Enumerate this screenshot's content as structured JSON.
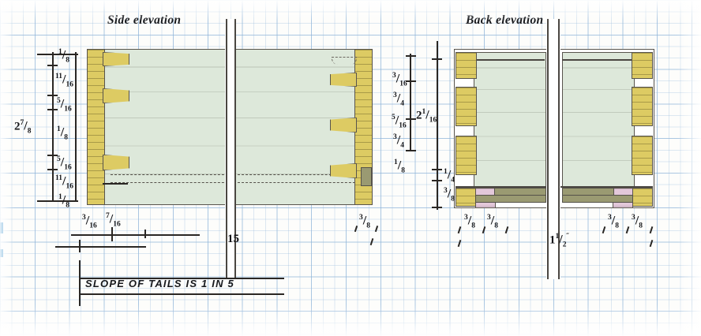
{
  "drawing": {
    "media": "graph-paper",
    "titles": {
      "side": "Side elevation",
      "back": "Back elevation"
    },
    "notes": {
      "slope": "SLOPE OF TAILS IS 1 IN 5",
      "length_between_breaks": "15"
    }
  },
  "side_elevation": {
    "overall_height": {
      "whole": "2",
      "num": "7",
      "den": "8"
    },
    "chain_left": [
      {
        "num": "1",
        "den": "8"
      },
      {
        "num": "11",
        "den": "16"
      },
      {
        "num": "5",
        "den": "16"
      },
      {
        "num": "1",
        "den": "8"
      },
      {
        "num": "5",
        "den": "16"
      },
      {
        "num": "11",
        "den": "16"
      },
      {
        "num": "1",
        "den": "8"
      }
    ],
    "chain_right": [
      {
        "num": "3",
        "den": "16"
      },
      {
        "num": "3",
        "den": "4"
      },
      {
        "num": "5",
        "den": "16"
      },
      {
        "num": "3",
        "den": "4"
      },
      {
        "num": "1",
        "den": "8"
      }
    ],
    "bottom_left": [
      {
        "num": "3",
        "den": "16"
      },
      {
        "num": "7",
        "den": "16"
      }
    ],
    "bottom_right": {
      "num": "3",
      "den": "8"
    },
    "tail_count": 3
  },
  "back_elevation": {
    "height_main": {
      "whole": "2",
      "num": "1",
      "den": "16"
    },
    "height_sub": [
      {
        "num": "1",
        "den": "4"
      },
      {
        "num": "3",
        "den": "8"
      }
    ],
    "bottom_left": [
      {
        "num": "3",
        "den": "8"
      },
      {
        "num": "3",
        "den": "8"
      }
    ],
    "bottom_right": [
      {
        "num": "3",
        "den": "8"
      },
      {
        "num": "3",
        "den": "8"
      }
    ],
    "center_width": {
      "whole": "1",
      "num": "1",
      "den": "2",
      "unit": "˝"
    }
  },
  "colors": {
    "paper": "#fdfdfb",
    "grid_minor": "#96b9dc",
    "grid_major": "#78a5d2",
    "ink": "#2a2724",
    "end_grain": "#ddcb63",
    "panel_face": "#dde8da",
    "pink_block": "#e3c8da",
    "olive_bar": "#9a9a72"
  }
}
